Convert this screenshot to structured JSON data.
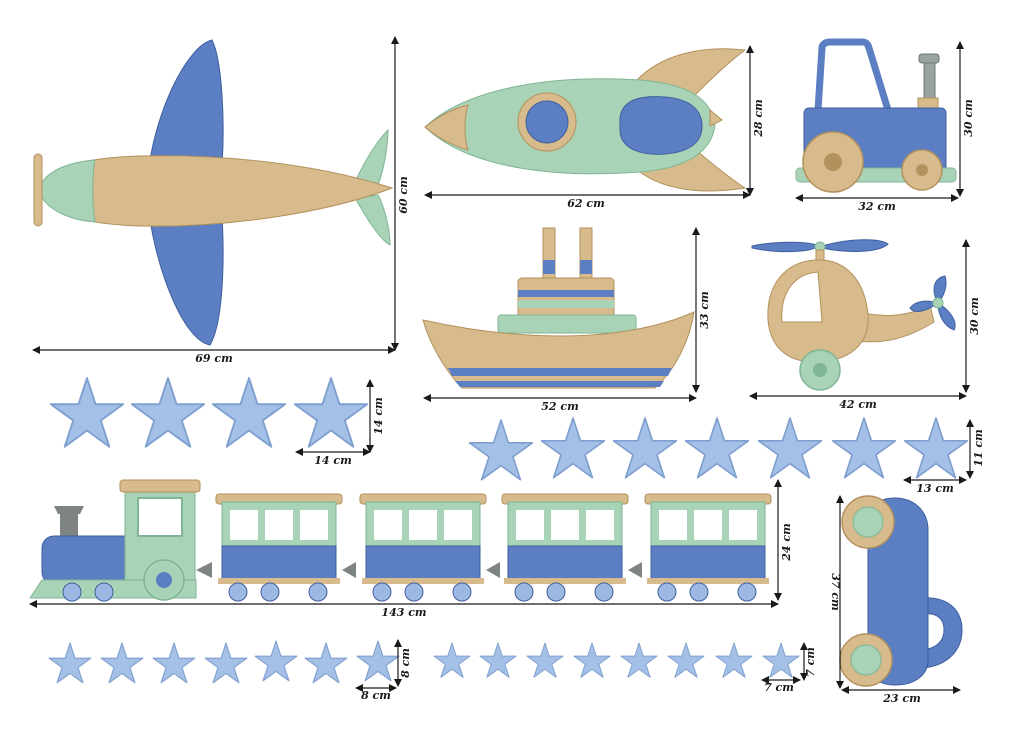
{
  "colors": {
    "blue": "#5b7fc2",
    "blue_light": "#9db9e3",
    "blue_dark": "#3f5f9e",
    "tan": "#d7bb8c",
    "tan_dark": "#b3915c",
    "mint": "#a9d3b6",
    "mint_dark": "#7fb594",
    "star": "#a4c0e6",
    "star_edge": "#7f9fd0",
    "dimension_line": "#1a1a1a"
  },
  "labels": {
    "airplane_width": "69 cm",
    "airplane_height": "60 cm",
    "rocket_width": "62 cm",
    "rocket_height": "28 cm",
    "tractor_width": "32 cm",
    "tractor_height": "30 cm",
    "ship_width": "52 cm",
    "ship_height": "33 cm",
    "helicopter_width": "42 cm",
    "helicopter_height": "30 cm",
    "star_large_width": "14 cm",
    "star_large_height": "14 cm",
    "star_medium_width": "13 cm",
    "star_medium_height": "11 cm",
    "train_width": "143 cm",
    "train_height": "24 cm",
    "car_height": "37 cm",
    "car_width": "23 cm",
    "star_small_width": "8 cm",
    "star_small_height": "8 cm",
    "star_tiny_width": "7 cm",
    "star_tiny_height": "7 cm"
  }
}
